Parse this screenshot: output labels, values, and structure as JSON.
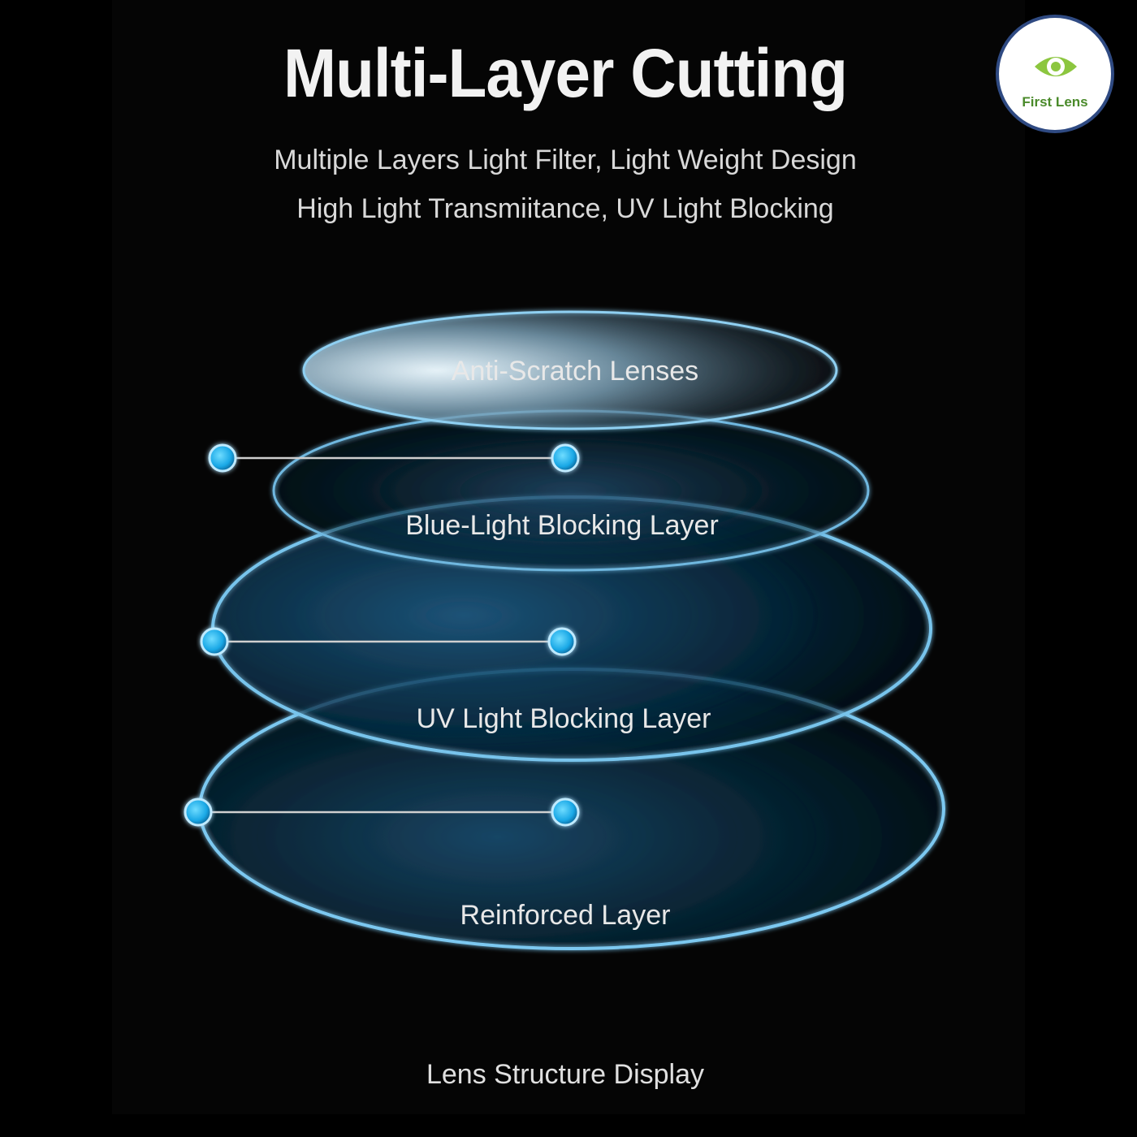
{
  "header": {
    "title": "Multi-Layer Cutting",
    "subtitle_line1": "Multiple Layers Light Filter, Light Weight Design",
    "subtitle_line2": "High Light Transmiitance, UV Light Blocking"
  },
  "layers": [
    {
      "label": "Anti-Scratch Lenses"
    },
    {
      "label": "Blue-Light Blocking Layer"
    },
    {
      "label": "UV Light Blocking Layer"
    },
    {
      "label": "Reinforced Layer"
    }
  ],
  "footer": {
    "caption": "Lens Structure Display"
  },
  "logo": {
    "text": "First Lens",
    "icon": "eye-icon"
  },
  "colors": {
    "background": "#000000",
    "ring_glow": "#6fc2ee",
    "node": "#28b8f0",
    "logo_border": "#2f4a82",
    "logo_green": "#8cc63f",
    "logo_text": "#4a8a2a"
  }
}
